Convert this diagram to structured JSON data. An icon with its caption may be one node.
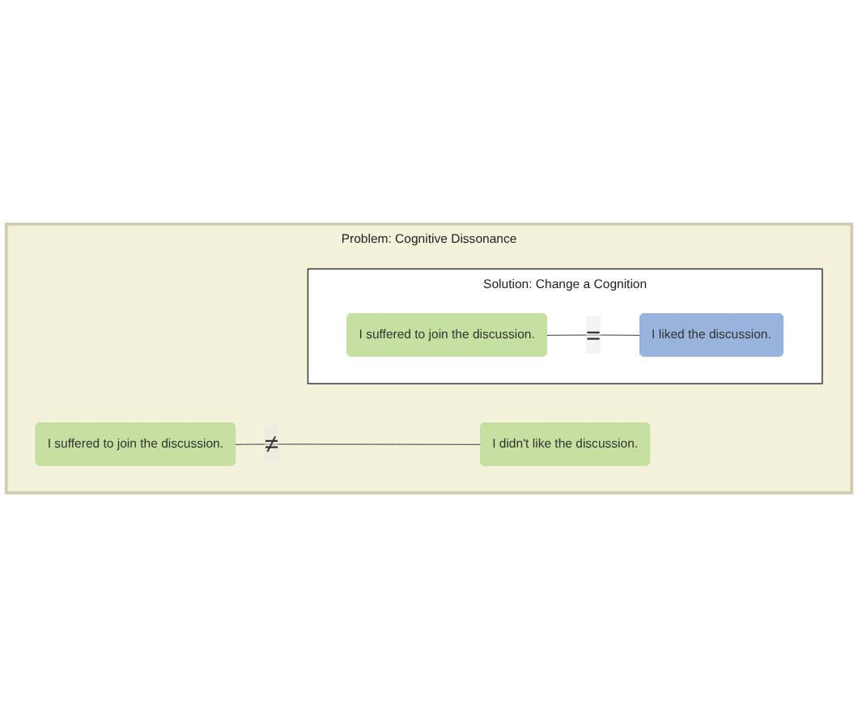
{
  "diagram": {
    "nodes": [
      {
        "text": [
          "Problem: Cognitive Dissonance"
        ]
      },
      {
        "text": [
          "I suffered to join the discussion."
        ],
        "in": 0
      },
      {
        "text": [
          "I didn't like the discussion."
        ],
        "in": 0
      },
      {
        "text": [
          "Solution: Change a Cognition"
        ],
        "in": 0
      },
      {
        "text": [
          "I suffered to join the discussion."
        ],
        "in": 3
      },
      {
        "text": [
          "I liked the discussion."
        ],
        "in": 3
      }
    ],
    "edges": [
      {
        "from": 1,
        "to": 2,
        "arrow": "none",
        "label": "≠"
      },
      {
        "from": 4,
        "to": 5,
        "arrow": "none",
        "label": "="
      }
    ]
  }
}
